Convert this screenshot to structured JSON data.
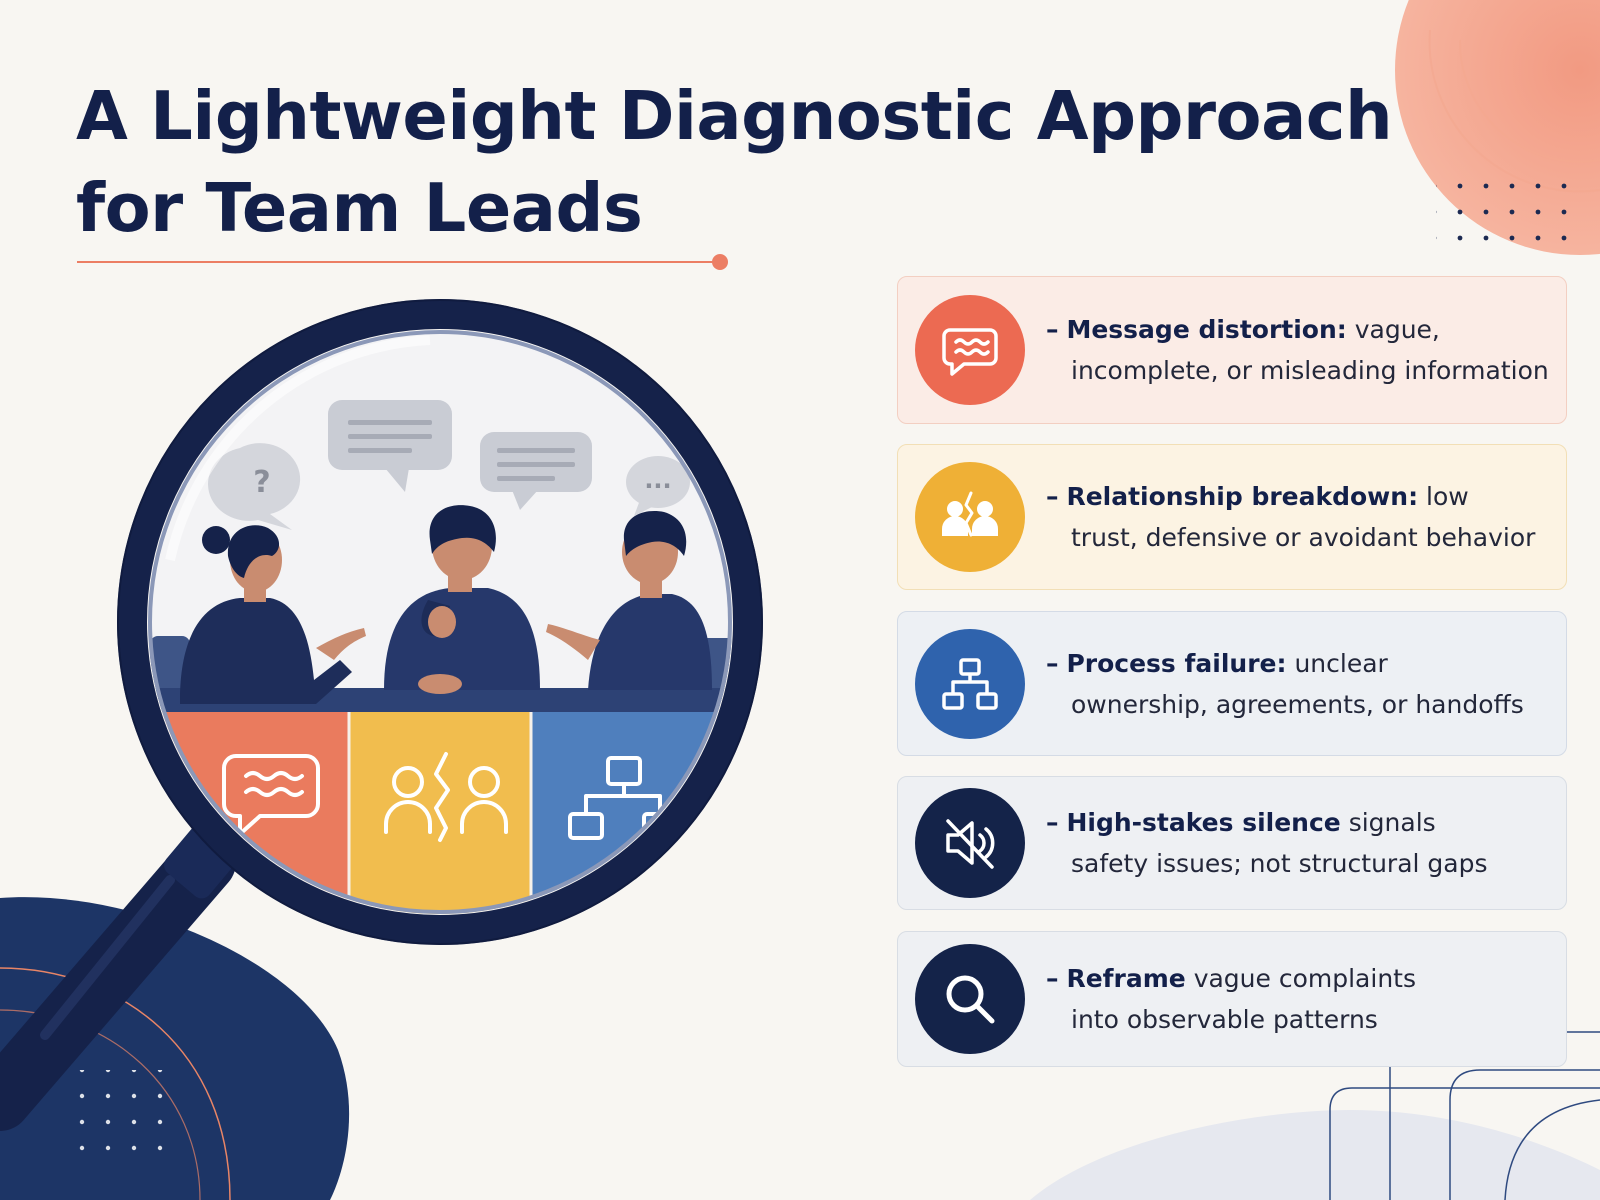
{
  "title": {
    "line1": "A Lightweight Diagnostic Approach",
    "line2": "for Team Leads"
  },
  "colors": {
    "navy": "#13204a",
    "coral": "#ec7e64",
    "amber": "#f0b33c",
    "blue": "#2f63ad",
    "dark_navy": "#142349"
  },
  "illustration": {
    "bubble_question": "?",
    "bubble_ellipsis": "...",
    "tiles": [
      "wavy-speech-bubble-icon",
      "split-people-icon",
      "hierarchy-icon"
    ]
  },
  "items": [
    {
      "icon": "wavy-speech-bubble-icon",
      "dash": "–",
      "lead": "Message distortion:",
      "rest1": " vague,",
      "line2": "incomplete, or misleading information",
      "color": "#ec6a52"
    },
    {
      "icon": "split-people-icon",
      "dash": "–",
      "lead": "Relationship breakdown:",
      "rest1": " low",
      "line2": "trust, defensive or avoidant behavior",
      "color": "#efb036"
    },
    {
      "icon": "hierarchy-icon",
      "dash": "–",
      "lead": "Process failure:",
      "rest1": " unclear",
      "line2": "ownership, agreements, or handoffs",
      "color": "#2f63ad"
    },
    {
      "icon": "muted-speaker-icon",
      "dash": "–",
      "lead": "High-stakes silence",
      "rest1": " signals",
      "line2": "safety issues; not structural gaps",
      "color": "#142349"
    },
    {
      "icon": "magnifier-icon",
      "dash": "–",
      "lead": "Reframe",
      "rest1": " vague complaints",
      "line2": "into observable patterns",
      "color": "#142349"
    }
  ]
}
